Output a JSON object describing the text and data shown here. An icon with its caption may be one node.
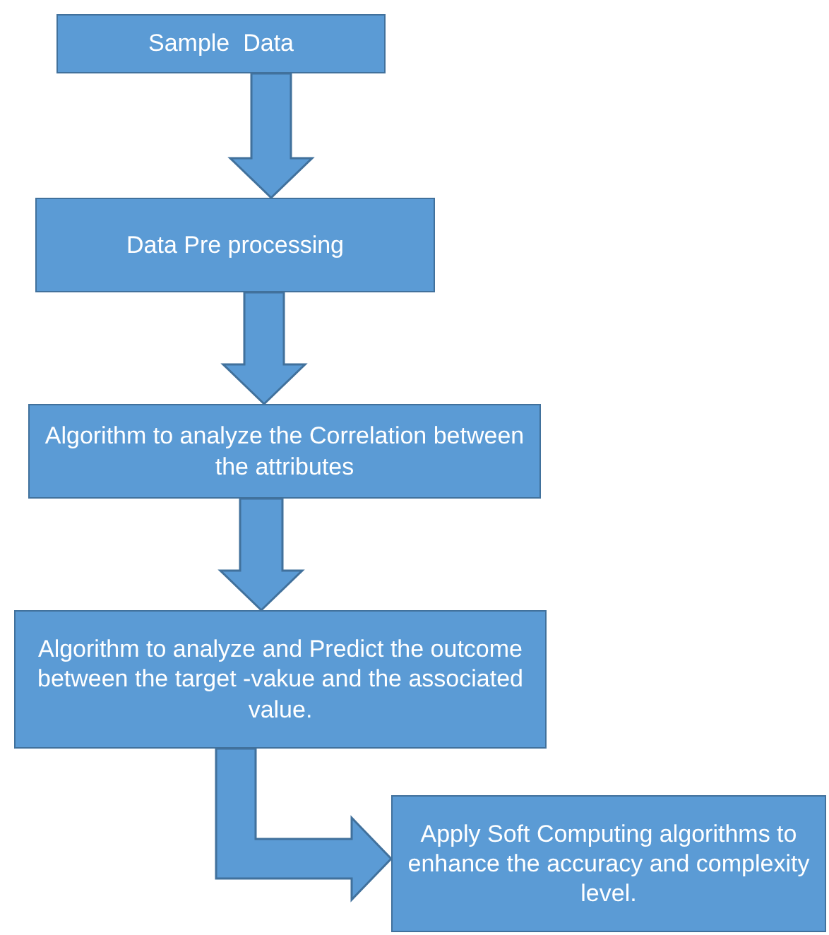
{
  "diagram": {
    "nodes": [
      {
        "text": [
          "Sample  Data"
        ]
      },
      {
        "text": [
          "Data Pre processing"
        ]
      },
      {
        "text": [
          "Algorithm to analyze the Correlation between the attributes"
        ]
      },
      {
        "text": [
          "Algorithm to analyze and Predict the outcome between the target -vakue and the associated value."
        ]
      },
      {
        "text": [
          "Apply Soft Computing algorithms to enhance the accuracy and complexity level."
        ]
      }
    ],
    "edges": [
      {
        "from": 0,
        "to": 1,
        "arrow": "to"
      },
      {
        "from": 1,
        "to": 2,
        "arrow": "to"
      },
      {
        "from": 2,
        "to": 3,
        "arrow": "to"
      },
      {
        "from": 3,
        "to": 4,
        "arrow": "to"
      }
    ]
  }
}
